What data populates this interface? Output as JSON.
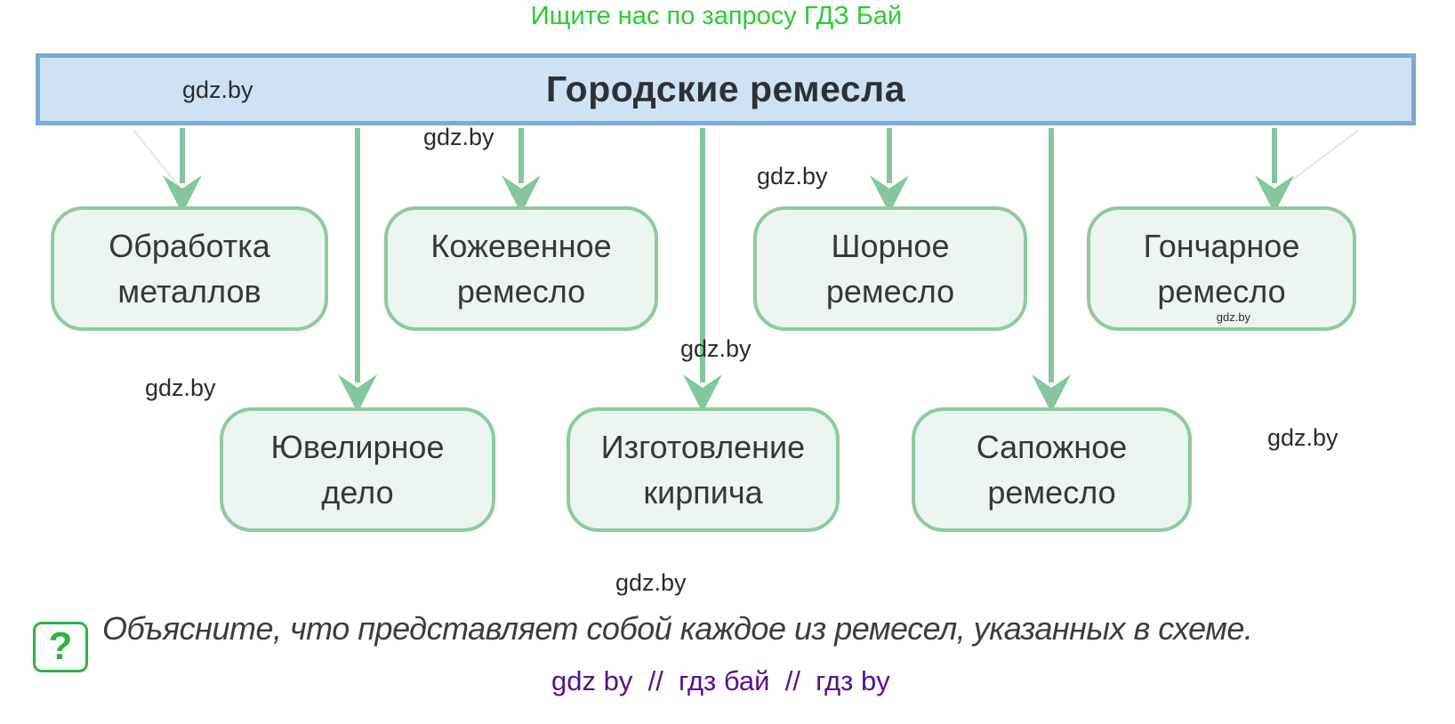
{
  "page": {
    "top_watermark": "Ищите нас по запросу ГДЗ Бай",
    "bottom_watermark": "gdz by  //  гдз бай  //  гдз by",
    "site_watermark": "gdz.by"
  },
  "diagram": {
    "title": "Городские ремесла",
    "nodes": [
      {
        "label": "Обработка металлов"
      },
      {
        "label": "Кожевенное ремесло"
      },
      {
        "label": "Шорное ремесло"
      },
      {
        "label": "Гончарное ремесло"
      },
      {
        "label": "Ювелирное дело"
      },
      {
        "label": "Изготовление кирпича"
      },
      {
        "label": "Сапожное ремесло"
      }
    ]
  },
  "question": {
    "icon": "question-mark",
    "mark": "?",
    "text": "Объясните, что представляет собой каждое из ремесел, указанных в схеме."
  },
  "colors": {
    "title_fill": "#cfe2f5",
    "title_border": "#7ea9d6",
    "node_fill": "#ecf5ef",
    "node_border": "#8fc9a1",
    "arrow": "#84c69d",
    "top_green": "#2dcb35",
    "icon_green": "#2eb24c",
    "purple": "#58108d",
    "text_dark": "#34383a"
  }
}
